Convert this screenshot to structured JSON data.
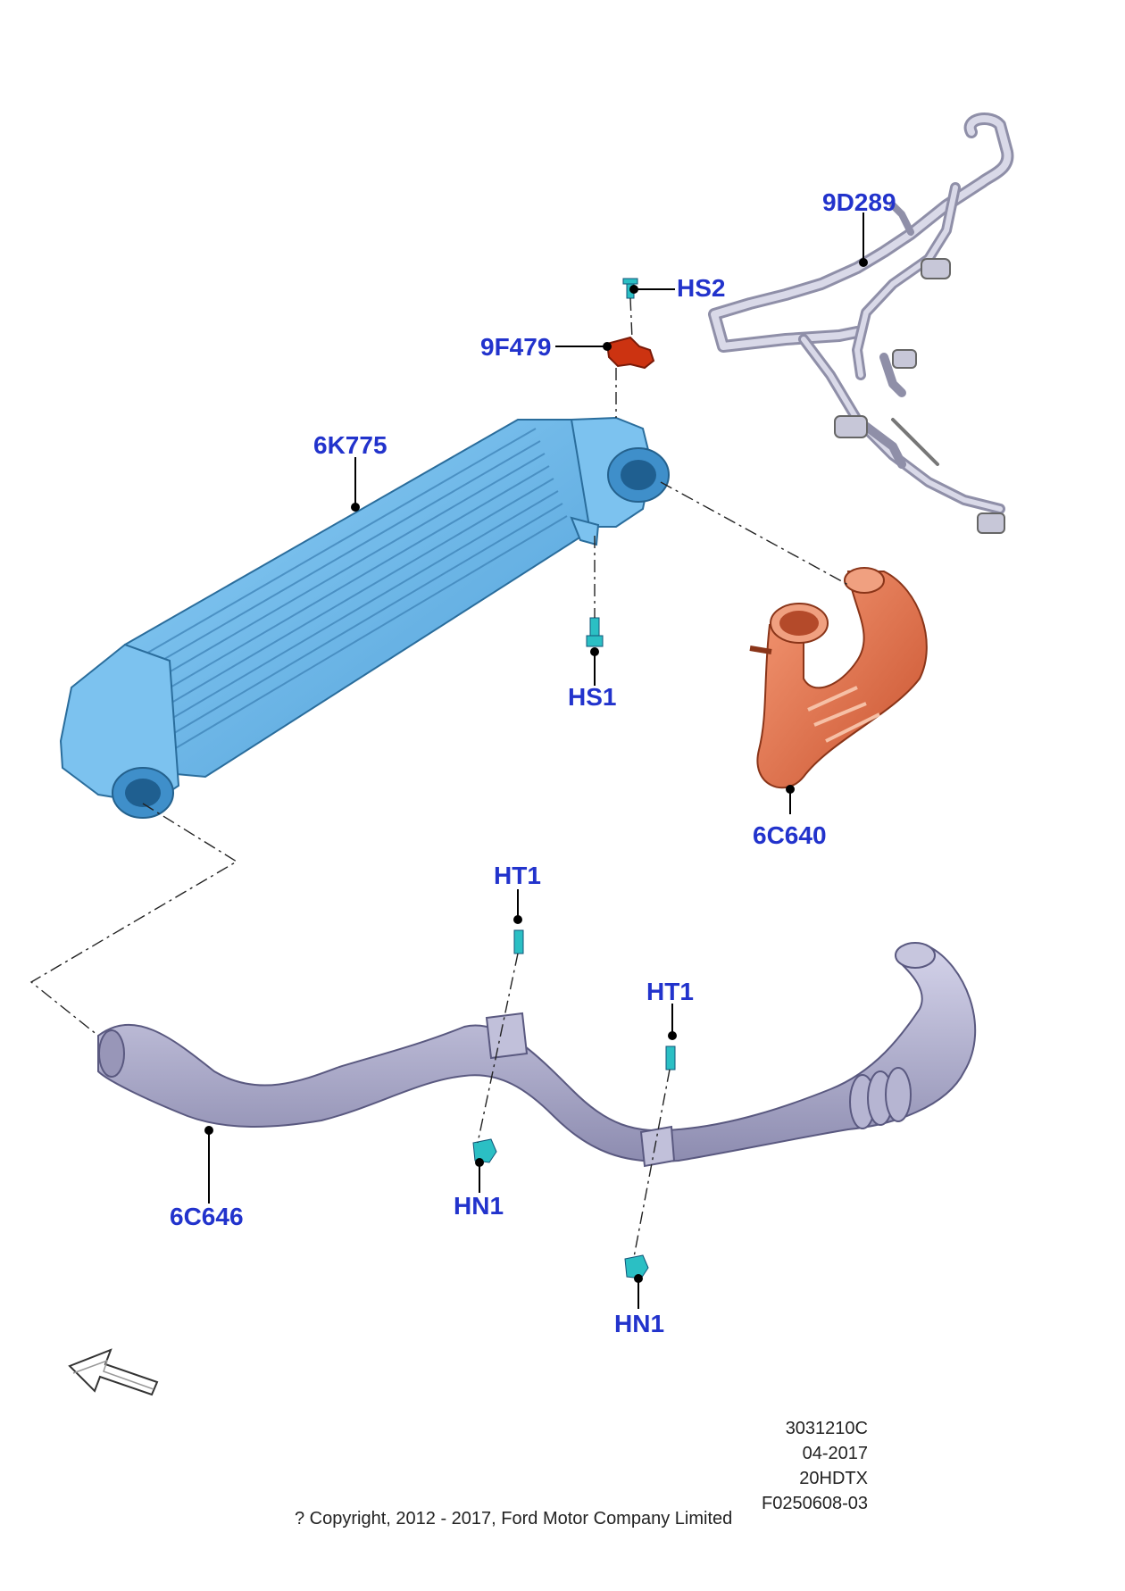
{
  "parts": {
    "p_9D289": "9D289",
    "p_HS2": "HS2",
    "p_9F479": "9F479",
    "p_6K775": "6K775",
    "p_HS1": "HS1",
    "p_6C640": "6C640",
    "p_HT1_a": "HT1",
    "p_HT1_b": "HT1",
    "p_6C646": "6C646",
    "p_HN1_a": "HN1",
    "p_HN1_b": "HN1"
  },
  "meta": {
    "code": "3031210C",
    "date": "04-2017",
    "engine": "20HDTX",
    "figure": "F0250608-03"
  },
  "copyright": "? Copyright, 2012 - 2017, Ford Motor Company Limited",
  "colors": {
    "label": "#2233cc",
    "intercooler": "#6ab4ea",
    "hose_orange": "#e26d4b",
    "hose_grey": "#a9a8c8",
    "bracket_red": "#cc3311",
    "fastener_teal": "#2bbfc4",
    "pipe_grey": "#b9b9cc"
  }
}
